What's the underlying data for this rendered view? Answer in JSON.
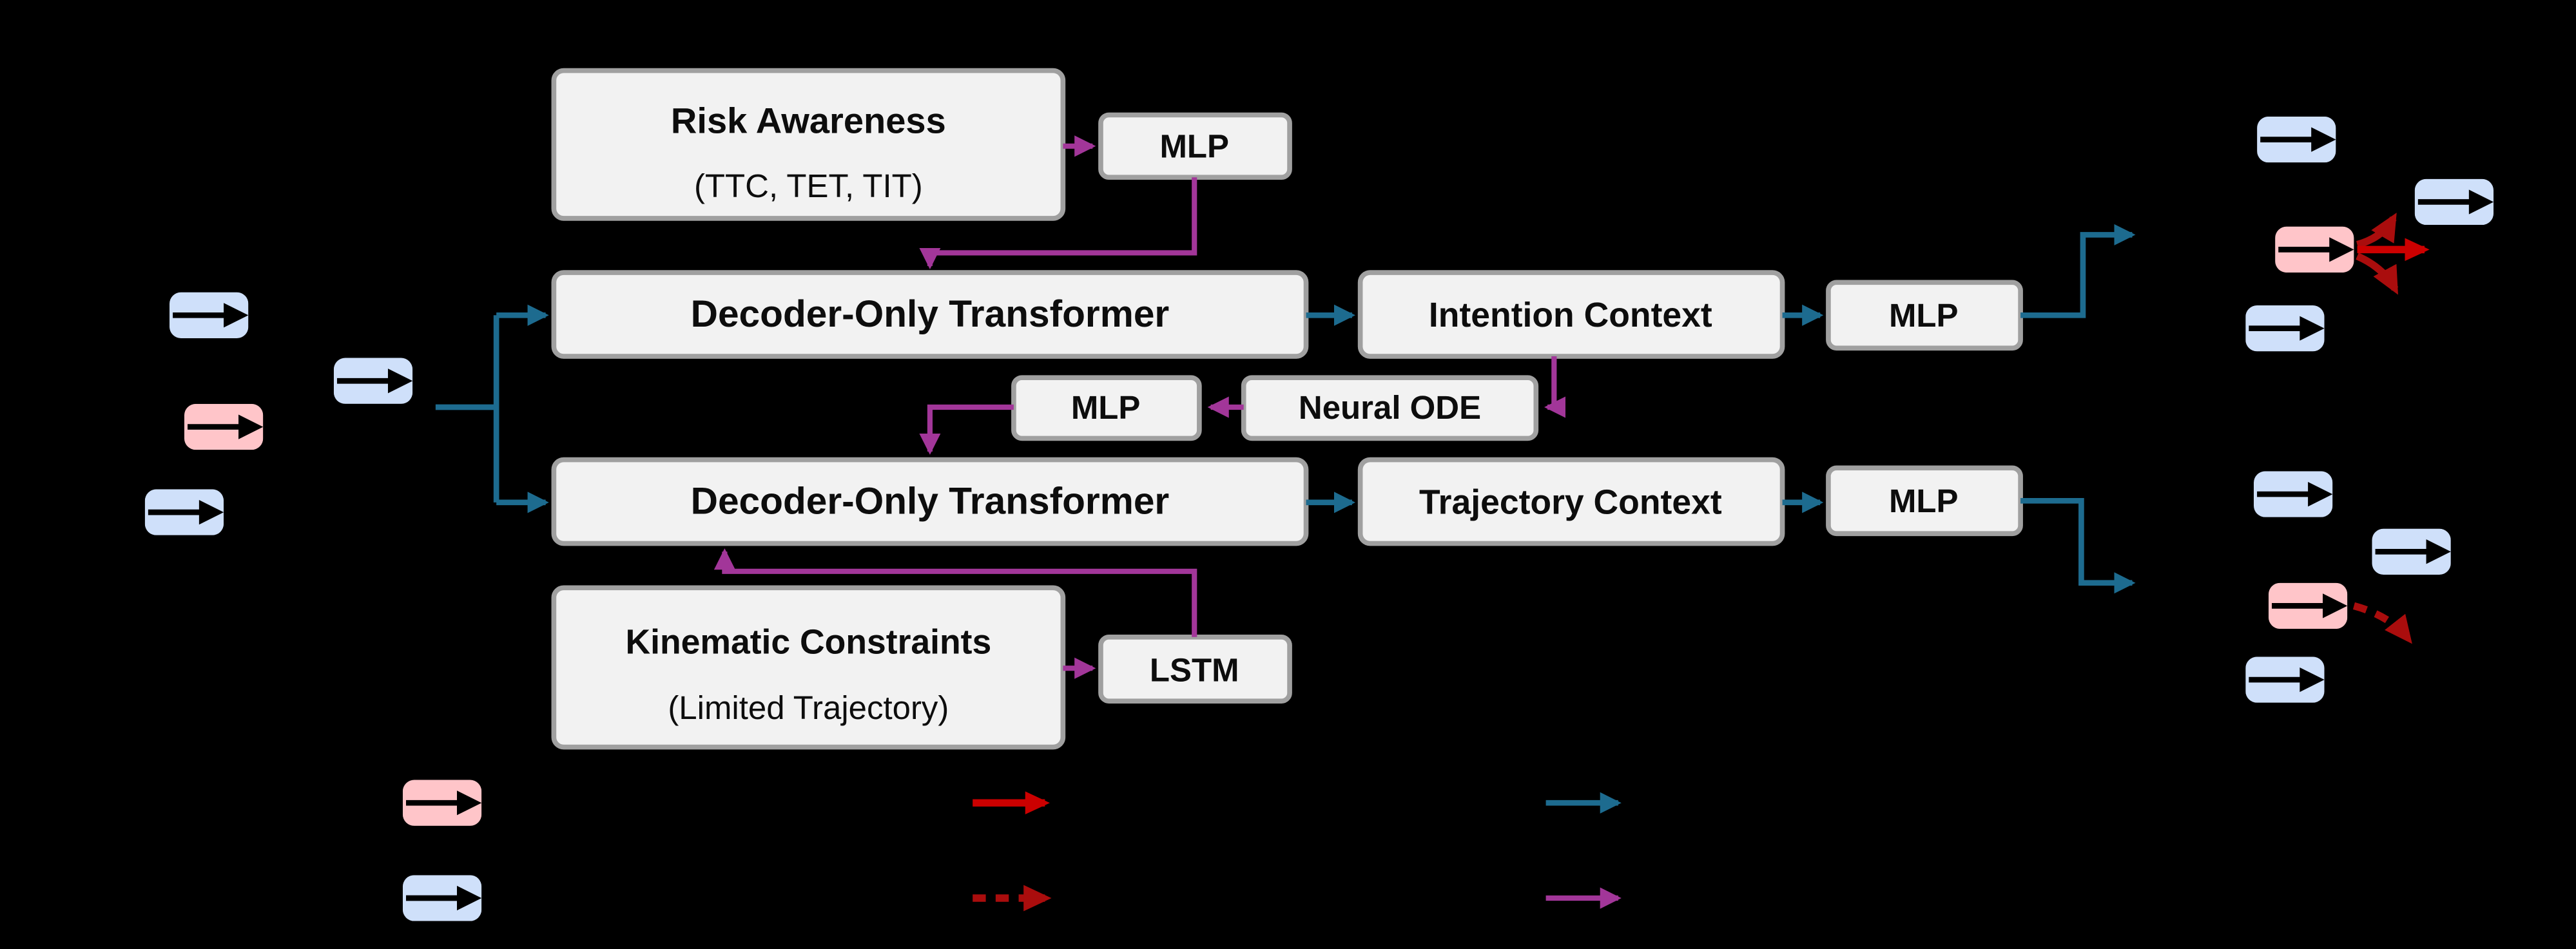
{
  "colors": {
    "background": "#000000",
    "box-fill": "#f2f2f2",
    "box-border": "#a0a0a0",
    "text": "#0d0d0d",
    "teal": "#1d6b8f",
    "purple": "#a23699",
    "red": "#cc0000",
    "red-dark": "#aa0d0d",
    "car-blue": "#cfe0fa",
    "car-pink": "#ffc5c9",
    "car-arrow": "#000000"
  },
  "boxes": {
    "risk_awareness": {
      "title": "Risk Awareness",
      "subtitle": "(TTC, TET, TIT)"
    },
    "mlp_risk": "MLP",
    "decoder_top": "Decoder-Only Transformer",
    "intention_context": "Intention Context",
    "mlp_intention": "MLP",
    "mlp_ode": "MLP",
    "neural_ode": "Neural ODE",
    "decoder_bottom": "Decoder-Only Transformer",
    "trajectory_context": "Trajectory Context",
    "mlp_trajectory": "MLP",
    "kinematic": {
      "title": "Kinematic Constraints",
      "subtitle": "(Limited Trajectory)"
    },
    "lstm": "LSTM"
  },
  "icons": {
    "vehicle_blue": "rounded rectangle with black forward arrow (surrounding vehicle)",
    "vehicle_pink": "rounded rectangle with black forward arrow (target/ego vehicle)",
    "red_solid_arrow": "multi-modal intention prediction arrow",
    "red_dashed_arrow": "predicted trajectory arrow",
    "teal_arrow": "feature flow connector",
    "purple_arrow": "auxiliary module connector"
  },
  "legend": {
    "items": [
      {
        "icon": "pink-vehicle"
      },
      {
        "icon": "blue-vehicle"
      },
      {
        "icon": "red-solid-arrow"
      },
      {
        "icon": "red-dashed-arrow"
      },
      {
        "icon": "teal-arrow"
      },
      {
        "icon": "purple-arrow"
      }
    ]
  }
}
